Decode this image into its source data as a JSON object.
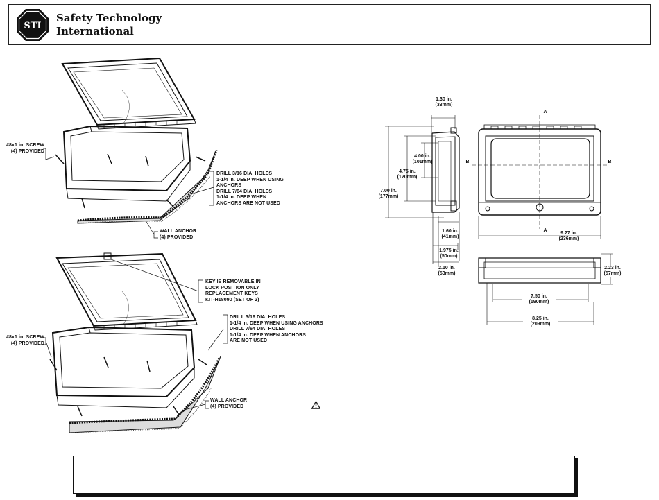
{
  "header": {
    "logo_text": "STI",
    "company_line1": "Safety Technology",
    "company_line2": "International"
  },
  "diagram_top": {
    "screw_label": "#8x1 in. SCREW\n(4) PROVIDED",
    "drill_label": "DRILL 3/16 DIA. HOLES\n1-1/4 in. DEEP WHEN USING\nANCHORS\nDRILL 7/64 DIA. HOLES\n1-1/4 in. DEEP WHEN\nANCHORS ARE NOT USED",
    "anchor_label": "WALL ANCHOR\n(4) PROVIDED"
  },
  "diagram_bottom": {
    "key_label": "KEY IS REMOVABLE IN\nLOCK POSITION ONLY\nREPLACEMENT KEYS\nKIT-H18090 (SET OF 2)",
    "screw_label": "#8x1 in. SCREW\n(4) PROVIDED",
    "drill_label": "DRILL 3/16 DIA. HOLES\n1-1/4 in. DEEP WHEN USING ANCHORS\nDRILL 7/64 DIA. HOLES\n1-1/4 in. DEEP WHEN ANCHORS\nARE NOT USED",
    "anchor_label": "WALL ANCHOR\n(4) PROVIDED"
  },
  "dimensions": {
    "d130": "1.30 in.\n(33mm)",
    "d400": "4.00 in.\n(101mm)",
    "d475": "4.75 in.\n(120mm)",
    "d700": "7.00 in.\n(177mm)",
    "d160": "1.60 in.\n(41mm)",
    "d1975": "1.975 in.\n(50mm)",
    "d210": "2.10 in.\n(53mm)",
    "d927": "9.27 in.\n(236mm)",
    "d223": "2.23 in.\n(57mm)",
    "d750": "7.50 in.\n(190mm)",
    "d825": "8.25 in.\n(209mm)",
    "sec_a": "A",
    "sec_b": "B"
  },
  "icons": {
    "warning": "warning-triangle-icon",
    "logo": "octagon-logo"
  }
}
